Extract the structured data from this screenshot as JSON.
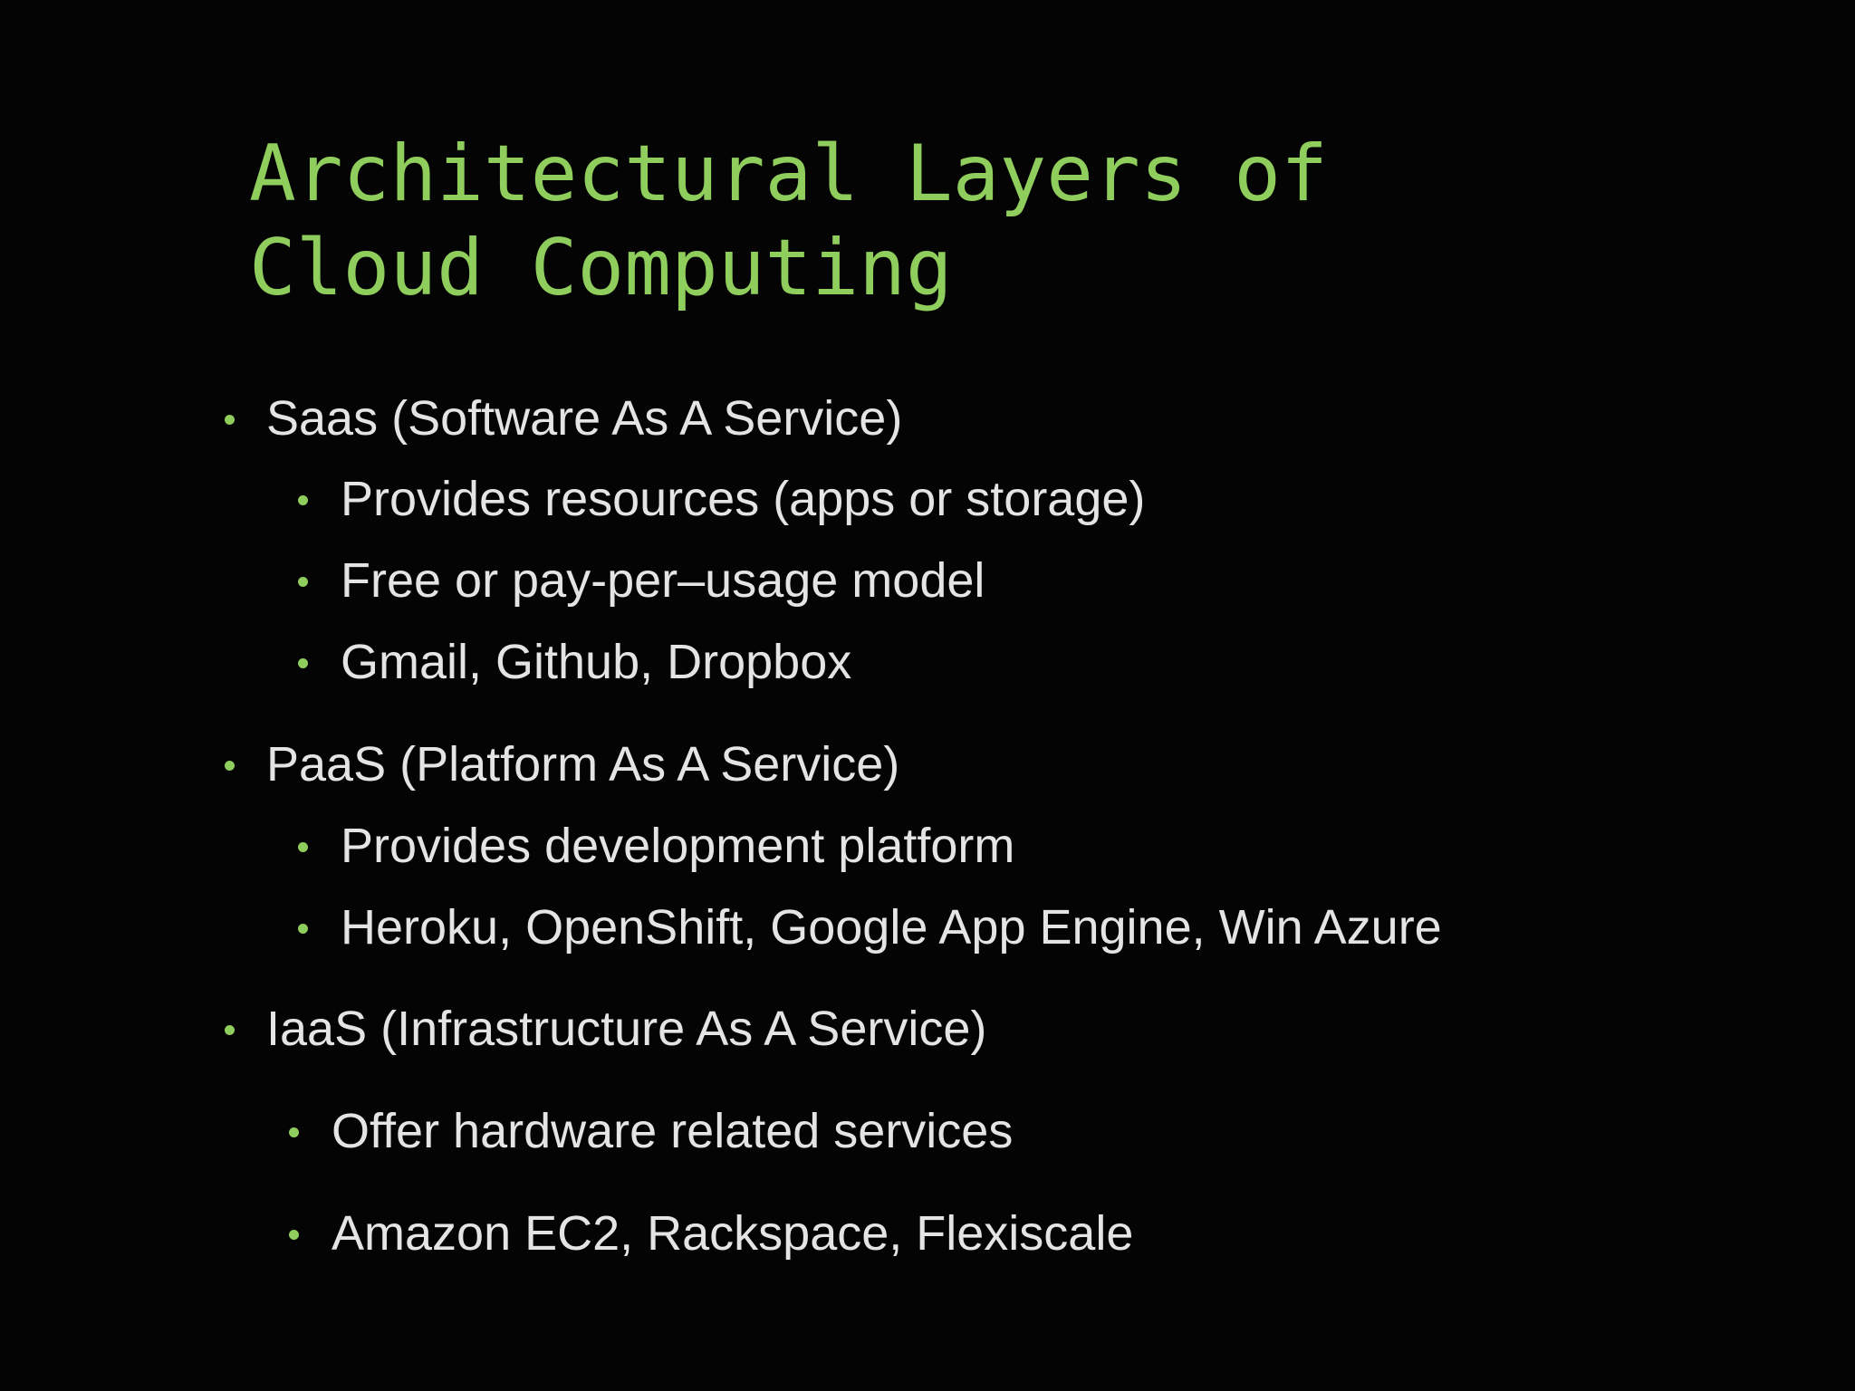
{
  "slide": {
    "title_line1": "Architectural Layers of",
    "title_line2": "Cloud Computing",
    "accent_color": "#8fcd5c",
    "text_color": "#e4e4e4",
    "background_color": "#040404",
    "bullet_icon": "round-dot"
  },
  "sections": [
    {
      "heading": "Saas (Software As A Service)",
      "points": [
        "Provides resources  (apps or storage)",
        "Free or pay-per–usage model",
        "Gmail, Github, Dropbox"
      ]
    },
    {
      "heading": "PaaS (Platform As A Service)",
      "points": [
        "Provides development platform",
        "Heroku, OpenShift, Google App Engine, Win Azure"
      ]
    },
    {
      "heading": "IaaS (Infrastructure As A Service)",
      "points": [
        "Offer hardware related services",
        "Amazon EC2, Rackspace, Flexiscale"
      ]
    }
  ]
}
